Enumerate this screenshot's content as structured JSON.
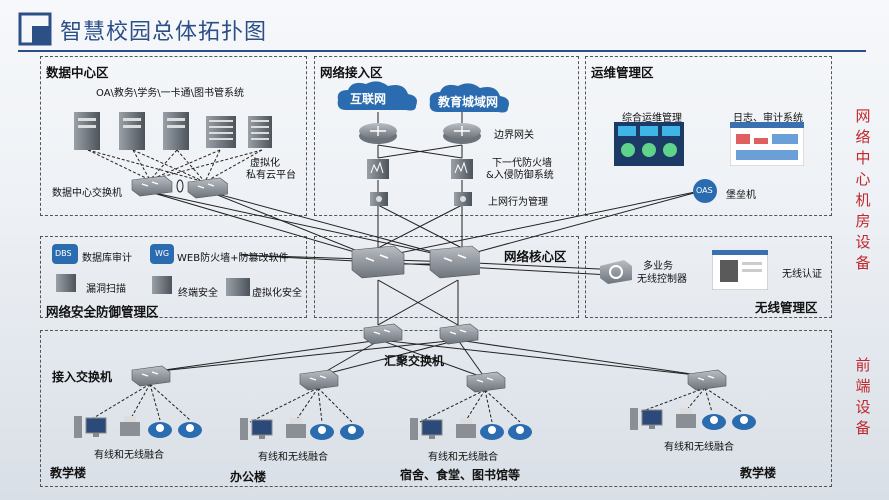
{
  "title": "智慧校园总体拓扑图",
  "zones": {
    "datacenter": "数据中心区",
    "network_access": "网络接入区",
    "ops": "运维管理区",
    "security": "网络安全防御管理区",
    "core": "网络核心区",
    "wireless": "无线管理区"
  },
  "datacenter": {
    "systems": "OA\\教务\\学务\\一卡通\\图书管系统",
    "virtual": "虚拟化",
    "private_cloud": "私有云平台",
    "switch": "数据中心交换机"
  },
  "network_access": {
    "internet": "互联网",
    "edu_net": "教育城域网",
    "border_gw": "边界网关",
    "firewall": "下一代防火墙",
    "ips": "&入侵防御系统",
    "behavior": "上网行为管理"
  },
  "ops": {
    "integrated": "综合运维管理",
    "log_audit": "日志、审计系统",
    "oas_badge": "OAS",
    "bastion": "堡垒机"
  },
  "security": {
    "dbs_badge": "DBS",
    "db_audit": "数据库审计",
    "wg_badge": "WG",
    "waf": "WEB防火墙+防篡改软件",
    "vuln_scan": "漏洞扫描",
    "terminal": "终端安全",
    "virt_sec": "虚拟化安全"
  },
  "wireless": {
    "multi": "多业务",
    "controller": "无线控制器",
    "auth": "无线认证"
  },
  "front": {
    "aggregation": "汇聚交换机",
    "access": "接入交换机",
    "fusion": "有线和无线融合",
    "building1": "教学楼",
    "building2": "办公楼",
    "building3": "宿舍、食堂、图书馆等",
    "building4": "教学楼"
  },
  "side_labels": {
    "right_top": "网络中心机房设备",
    "right_bottom": "前端设备"
  },
  "colors": {
    "title": "#2c4f86",
    "side": "#c0282d",
    "device": "#8a8f96"
  }
}
